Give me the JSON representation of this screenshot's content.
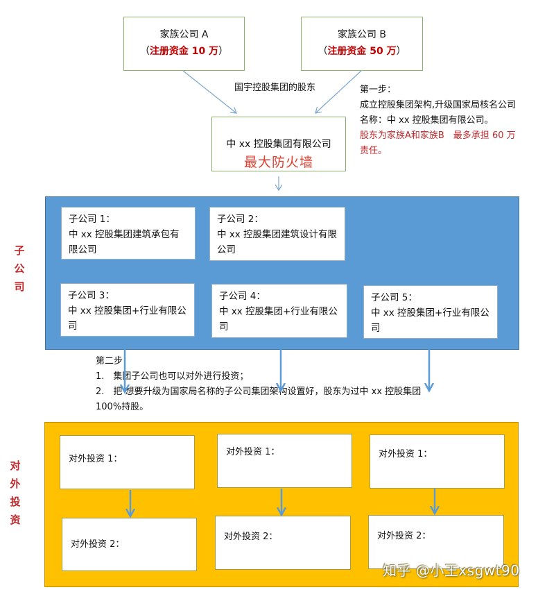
{
  "family_a": {
    "name": "家族公司 A",
    "capital_open": "（",
    "capital": "注册资金 10 万",
    "capital_close": "）"
  },
  "family_b": {
    "name": "家族公司 B",
    "capital_open": "（",
    "capital": "注册资金 50 万",
    "capital_close": "）"
  },
  "shareholder_label": "国宇控股集团的股东",
  "holding_company": {
    "name": "中 xx 控股集团有限公司",
    "tagline": "最大防火墙"
  },
  "step1": {
    "title": "第一步：",
    "text": "成立控股集团架构,升级国家局核名公司名称：中 xx 控股集团有限公司。",
    "highlight": "股东为家族A和家族B　最多承担 60 万责任。"
  },
  "subsidiaries_label": "子公司",
  "subsidiaries": [
    {
      "title": "子公司 1：",
      "name": "中 xx 控股集团建筑承包有限公司"
    },
    {
      "title": "子公司 2：",
      "name": "中 xx 控股集团建筑设计有限公司"
    },
    {
      "title": "子公司 3：",
      "name": "中 xx 控股集团+行业有限公司"
    },
    {
      "title": "子公司 4：",
      "name": "中 xx 控股集团+行业有限公司"
    },
    {
      "title": "子公司 5：",
      "name": "中 xx 控股集团+行业有限公司"
    }
  ],
  "step2": {
    "title": "第二步：",
    "item1": "1.　集团子公司也可以对外进行投资；",
    "item2": "2.　把 想要升级为国家局名称的子公司集团架构设置好，股东为过中 xx 控股集团",
    "item2_cont": "100%持股。"
  },
  "investments_label": "对外投资",
  "investments": [
    {
      "top": "对外投资 1：",
      "bottom": "对外投资 2："
    },
    {
      "top": "对外投资 1：",
      "bottom": "对外投资 2："
    },
    {
      "top": "对外投资 1：",
      "bottom": "对外投资 2："
    }
  ],
  "watermark": "知乎 @小王xsgwt90",
  "colors": {
    "blue_panel": "#5b9bd5",
    "yellow_panel": "#ffc000",
    "red_text": "#c0282c",
    "arrow": "#5b9bd5",
    "green_border": "#8ab36a"
  }
}
